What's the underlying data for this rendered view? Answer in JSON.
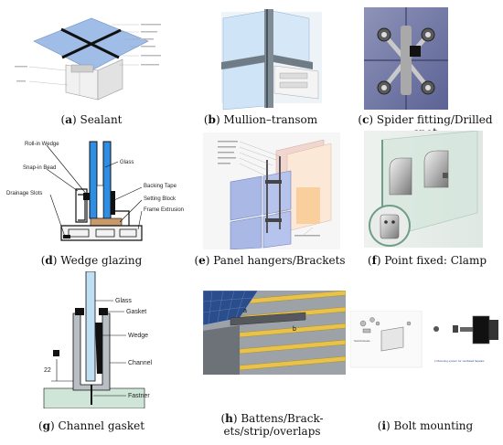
{
  "figures": [
    {
      "letter": "a",
      "caption": "Sealant"
    },
    {
      "letter": "b",
      "caption": "Mullion–transom"
    },
    {
      "letter": "c",
      "caption": "Spider fitting/Drilled spot"
    },
    {
      "letter": "d",
      "caption": "Wedge glazing"
    },
    {
      "letter": "e",
      "caption": "Panel hangers/Brackets"
    },
    {
      "letter": "f",
      "caption": "Point fixed: Clamp"
    },
    {
      "letter": "g",
      "caption": "Channel gasket"
    },
    {
      "letter": "h",
      "caption_line1": "Battens/Brack-",
      "caption_line2": "ets/strip/overlaps"
    },
    {
      "letter": "i",
      "caption": "Bolt mounting"
    }
  ],
  "wedge_labels": {
    "roll_in_wedge": "Roll-in Wedge",
    "snap_in_bead": "Snap-in Bead",
    "drainage_slots": "Drainage Slots",
    "glass": "Glass",
    "backing_tape": "Backing Tape",
    "setting_block": "Setting Block",
    "frame_extrusion": "Frame Extrusion"
  },
  "channel_labels": {
    "glass": "Glass",
    "gasket": "Gasket",
    "wedge": "Wedge",
    "channel": "Channel",
    "fastner": "Fastner",
    "dimension": "22"
  },
  "battens_labels": {
    "a": "a",
    "b": "b"
  },
  "bolt_labels": {
    "drawing_label": "Sekshloksale",
    "bottom_caption": "1.Mounting system for ventilated façades"
  }
}
